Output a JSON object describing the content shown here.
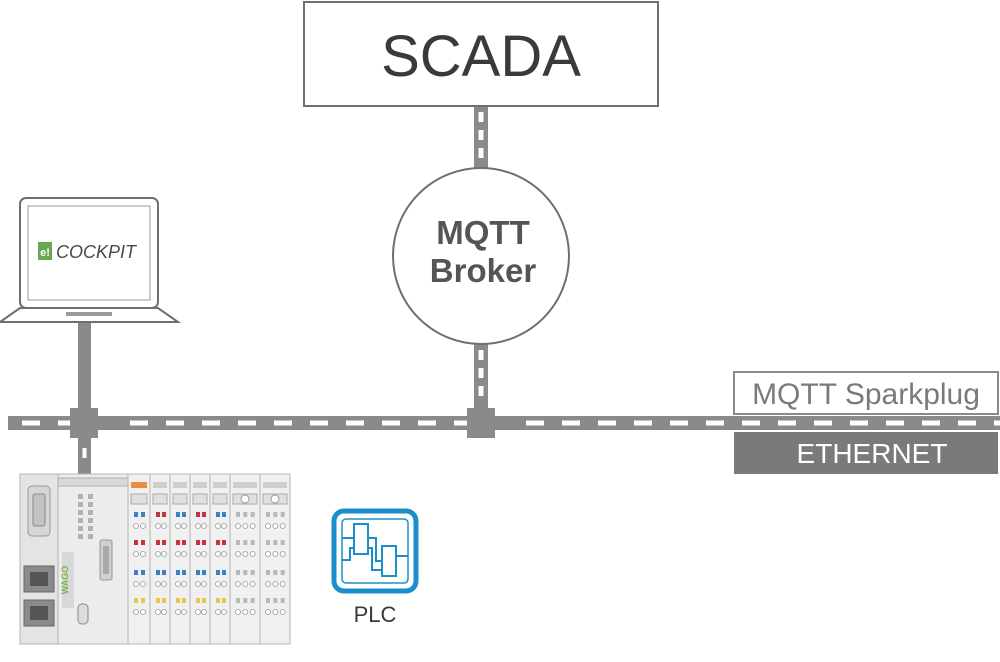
{
  "diagram": {
    "scada_label": "SCADA",
    "broker_label_line1": "MQTT",
    "broker_label_line2": "Broker",
    "sparkplug_label": "MQTT Sparkplug",
    "ethernet_label": "ETHERNET",
    "laptop_screen_label": "COCKPIT",
    "laptop_logo_text": "e!",
    "plc_label": "PLC",
    "controller_brand": "WAGO"
  },
  "colors": {
    "line_gray": "#8a8a8a",
    "dark_gray": "#7a7a7a",
    "box_border": "#6f6f6f",
    "text_dark": "#3a3a3a",
    "cockpit_green": "#6aa84f",
    "plc_blue": "#1a8fc9",
    "module_red": "#c8323c",
    "module_blue": "#3b7fc4",
    "module_yellow": "#e8c84a",
    "module_orange": "#e8903a",
    "wago_green": "#7ab648"
  }
}
